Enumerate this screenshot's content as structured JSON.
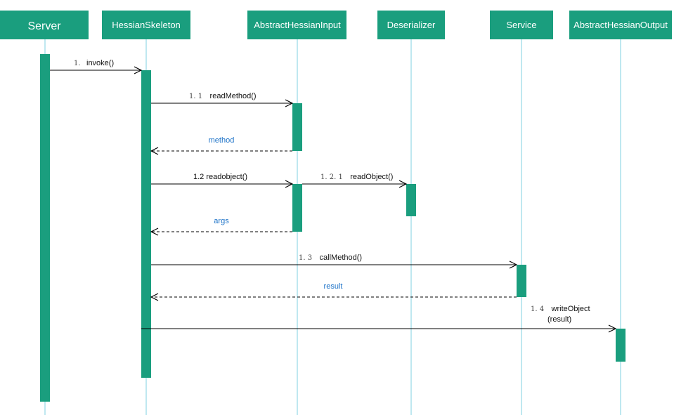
{
  "participants": {
    "server": "Server",
    "skeleton": "HessianSkeleton",
    "input": "AbstractHessianInput",
    "deserializer": "Deserializer",
    "service": "Service",
    "output": "AbstractHessianOutput"
  },
  "messages": {
    "invoke": {
      "seq": "1.",
      "label": "invoke()"
    },
    "read_method": {
      "seq": "1. 1",
      "label": "readMethod()"
    },
    "read_object_input": {
      "seq": "",
      "label": "1.2 readobject()"
    },
    "read_object_deser": {
      "seq": "1. 2. 1",
      "label": "readObject()"
    },
    "call_method": {
      "seq": "1. 3",
      "label": "callMethod()"
    },
    "write_object": {
      "seq": "1. 4",
      "label": "writeObject",
      "label_line2": "(result)"
    }
  },
  "returns": {
    "method": "method",
    "args": "args",
    "result": "result"
  },
  "colors": {
    "participant_fill": "#1a9e7e",
    "activation_fill": "#1a9e7e",
    "lifeline": "#7fd0e0",
    "message_line": "#000000",
    "return_label": "#1e73c8"
  }
}
